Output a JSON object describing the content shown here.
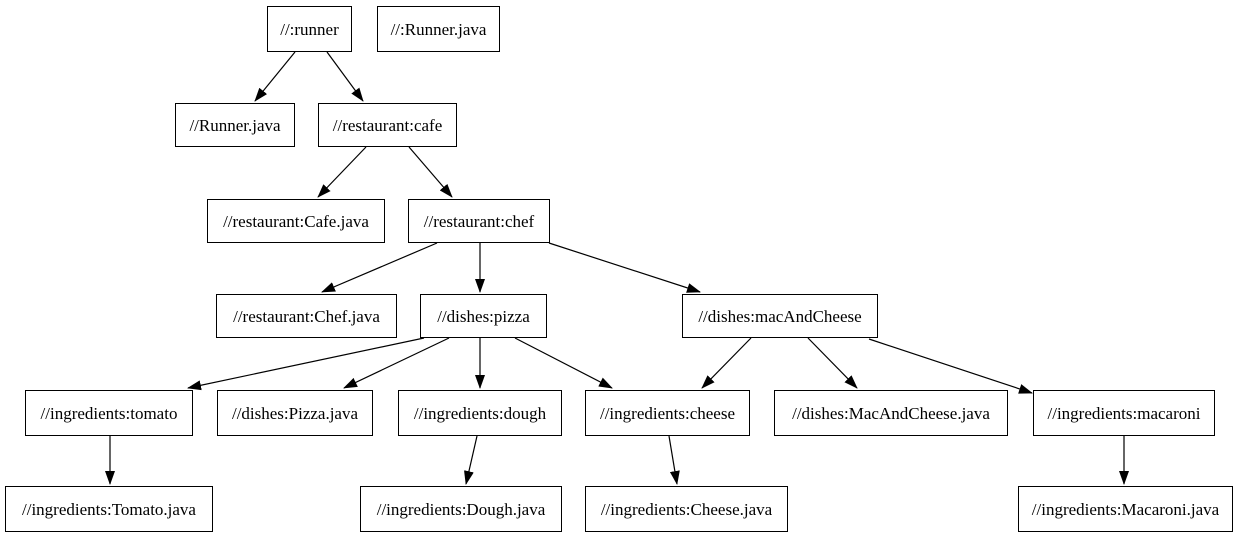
{
  "graph": {
    "type": "dependency-graph",
    "background_color": "#ffffff",
    "node_fill": "#ffffff",
    "node_border_color": "#000000",
    "edge_color": "#000000",
    "text_color": "#000000",
    "nodes": {
      "runner": {
        "label": "//:runner"
      },
      "runner_java_target": {
        "label": "//:Runner.java"
      },
      "runner_java_file": {
        "label": "//Runner.java"
      },
      "cafe": {
        "label": "//restaurant:cafe"
      },
      "cafe_java_file": {
        "label": "//restaurant:Cafe.java"
      },
      "chef": {
        "label": "//restaurant:chef"
      },
      "chef_java_file": {
        "label": "//restaurant:Chef.java"
      },
      "pizza": {
        "label": "//dishes:pizza"
      },
      "mac_and_cheese": {
        "label": "//dishes:macAndCheese"
      },
      "tomato": {
        "label": "//ingredients:tomato"
      },
      "pizza_java_file": {
        "label": "//dishes:Pizza.java"
      },
      "dough": {
        "label": "//ingredients:dough"
      },
      "cheese": {
        "label": "//ingredients:cheese"
      },
      "mac_and_cheese_java_file": {
        "label": "//dishes:MacAndCheese.java"
      },
      "macaroni": {
        "label": "//ingredients:macaroni"
      },
      "tomato_java_file": {
        "label": "//ingredients:Tomato.java"
      },
      "dough_java_file": {
        "label": "//ingredients:Dough.java"
      },
      "cheese_java_file": {
        "label": "//ingredients:Cheese.java"
      },
      "macaroni_java_file": {
        "label": "//ingredients:Macaroni.java"
      }
    },
    "edges": [
      {
        "from": "//:runner",
        "to": "//Runner.java"
      },
      {
        "from": "//:runner",
        "to": "//restaurant:cafe"
      },
      {
        "from": "//restaurant:cafe",
        "to": "//restaurant:Cafe.java"
      },
      {
        "from": "//restaurant:cafe",
        "to": "//restaurant:chef"
      },
      {
        "from": "//restaurant:chef",
        "to": "//restaurant:Chef.java"
      },
      {
        "from": "//restaurant:chef",
        "to": "//dishes:pizza"
      },
      {
        "from": "//restaurant:chef",
        "to": "//dishes:macAndCheese"
      },
      {
        "from": "//dishes:pizza",
        "to": "//ingredients:tomato"
      },
      {
        "from": "//dishes:pizza",
        "to": "//dishes:Pizza.java"
      },
      {
        "from": "//dishes:pizza",
        "to": "//ingredients:dough"
      },
      {
        "from": "//dishes:pizza",
        "to": "//ingredients:cheese"
      },
      {
        "from": "//dishes:macAndCheese",
        "to": "//ingredients:cheese"
      },
      {
        "from": "//dishes:macAndCheese",
        "to": "//dishes:MacAndCheese.java"
      },
      {
        "from": "//dishes:macAndCheese",
        "to": "//ingredients:macaroni"
      },
      {
        "from": "//ingredients:tomato",
        "to": "//ingredients:Tomato.java"
      },
      {
        "from": "//ingredients:dough",
        "to": "//ingredients:Dough.java"
      },
      {
        "from": "//ingredients:cheese",
        "to": "//ingredients:Cheese.java"
      },
      {
        "from": "//ingredients:macaroni",
        "to": "//ingredients:Macaroni.java"
      }
    ]
  }
}
